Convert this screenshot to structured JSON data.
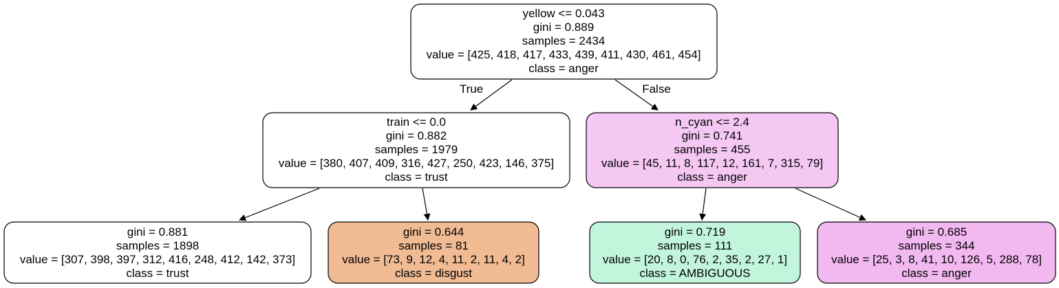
{
  "tree": {
    "nodes": [
      {
        "id": "root",
        "fill": "#ffffff",
        "lines": [
          "yellow <= 0.043",
          "gini = 0.889",
          "samples = 2434",
          "value = [425, 418, 417, 433, 439, 411, 430, 461, 454]",
          "class = anger"
        ]
      },
      {
        "id": "left",
        "fill": "#ffffff",
        "lines": [
          "train <= 0.0",
          "gini = 0.882",
          "samples = 1979",
          "value = [380, 407, 409, 316, 427, 250, 423, 146, 375]",
          "class = trust"
        ]
      },
      {
        "id": "right",
        "fill": "#f5c8f4",
        "lines": [
          "n_cyan <= 2.4",
          "gini = 0.741",
          "samples = 455",
          "value = [45, 11, 8, 117, 12, 161, 7, 315, 79]",
          "class = anger"
        ]
      },
      {
        "id": "left-left",
        "fill": "#ffffff",
        "lines": [
          "gini = 0.881",
          "samples = 1898",
          "value = [307, 398, 397, 312, 416, 248, 412, 142, 373]",
          "class = trust"
        ]
      },
      {
        "id": "left-right",
        "fill": "#f1bb94",
        "lines": [
          "gini = 0.644",
          "samples = 81",
          "value = [73, 9, 12, 4, 11, 2, 11, 4, 2]",
          "class = disgust"
        ]
      },
      {
        "id": "right-left",
        "fill": "#c2f5dc",
        "lines": [
          "gini = 0.719",
          "samples = 111",
          "value = [20, 8, 0, 76, 2, 35, 2, 27, 1]",
          "class = AMBIGUOUS"
        ]
      },
      {
        "id": "right-right",
        "fill": "#f2b8f0",
        "lines": [
          "gini = 0.685",
          "samples = 344",
          "value = [25, 3, 8, 41, 10, 126, 5, 288, 78]",
          "class = anger"
        ]
      }
    ],
    "edges": [
      {
        "from": "root",
        "to": "left",
        "label": "True"
      },
      {
        "from": "root",
        "to": "right",
        "label": "False"
      },
      {
        "from": "left",
        "to": "left-left",
        "label": ""
      },
      {
        "from": "left",
        "to": "left-right",
        "label": ""
      },
      {
        "from": "right",
        "to": "right-left",
        "label": ""
      },
      {
        "from": "right",
        "to": "right-right",
        "label": ""
      }
    ]
  }
}
